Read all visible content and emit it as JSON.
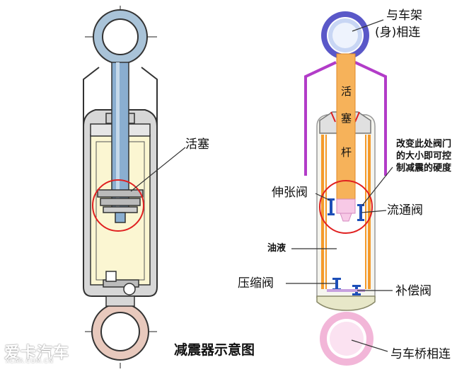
{
  "labels": {
    "piston": "活塞",
    "frame_top_line1": "与车架",
    "frame_top_line2": "(身)相连",
    "rod_chars": [
      "活",
      "塞",
      "杆"
    ],
    "valve_note_line1": "改变此处阀门",
    "valve_note_line2": "的大小即可控",
    "valve_note_line3": "制减震的硬度",
    "rebound_valve": "伸张阀",
    "flow_valve": "流通阀",
    "oil": "油液",
    "compression_valve": "压缩阀",
    "compensation_valve": "补偿阀",
    "title": "减震器示意图",
    "axle_bottom": "与车桥相连"
  },
  "watermark": {
    "main": "爱卡汽车",
    "sub": "XCAR.COM.CN"
  },
  "colors": {
    "ring_top_left": "#a9c3d8",
    "ring_bottom_left": "#e8c9bd",
    "ring_top_right": "#5a58c8",
    "ring_bottom_right": "#f2b6d8",
    "rod_left": "#8aaed0",
    "rod_right": "#f6b25a",
    "oil_left": "#fbf6d2",
    "dust_cover_right": "#b23cc8",
    "tube_right": "#f59a2a",
    "valve_blue": "#1d4fb8",
    "highlight_red": "#e02020"
  }
}
